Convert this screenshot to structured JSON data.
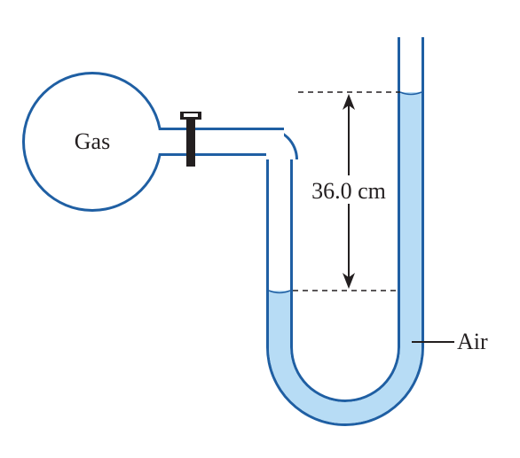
{
  "labels": {
    "gas": "Gas",
    "height": "36.0 cm",
    "air": "Air"
  },
  "colors": {
    "outline": "#1f5fa3",
    "liquid": "#b7dcf5",
    "tube_inner": "#ffffff",
    "ink": "#231f20",
    "clamp": "#231f20"
  },
  "icons": {
    "clamp": "valve-clamp-icon",
    "arrow": "double-headed-arrow-icon"
  }
}
